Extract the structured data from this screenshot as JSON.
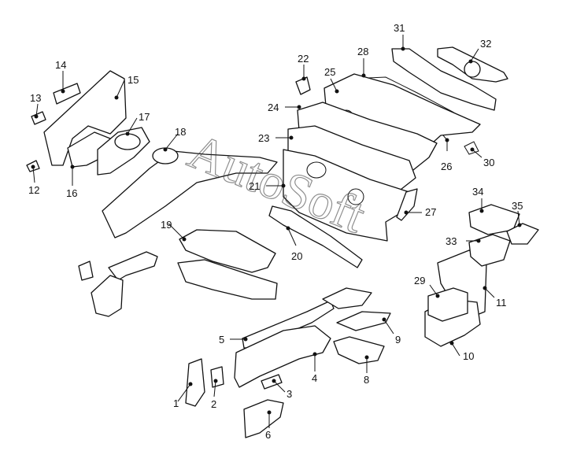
{
  "watermark": "AutoSoft",
  "callouts": {
    "c1": "1",
    "c2": "2",
    "c3": "3",
    "c4": "4",
    "c5": "5",
    "c6": "6",
    "c8": "8",
    "c9": "9",
    "c10": "10",
    "c11": "11",
    "c12": "12",
    "c13": "13",
    "c14": "14",
    "c15": "15",
    "c16": "16",
    "c17": "17",
    "c18": "18",
    "c19": "19",
    "c20": "20",
    "c21": "21",
    "c22": "22",
    "c23": "23",
    "c24": "24",
    "c25": "25",
    "c26": "26",
    "c27": "27",
    "c28": "28",
    "c29": "29",
    "c30": "30",
    "c31": "31",
    "c32": "32",
    "c33": "33",
    "c34": "34",
    "c35": "35"
  }
}
